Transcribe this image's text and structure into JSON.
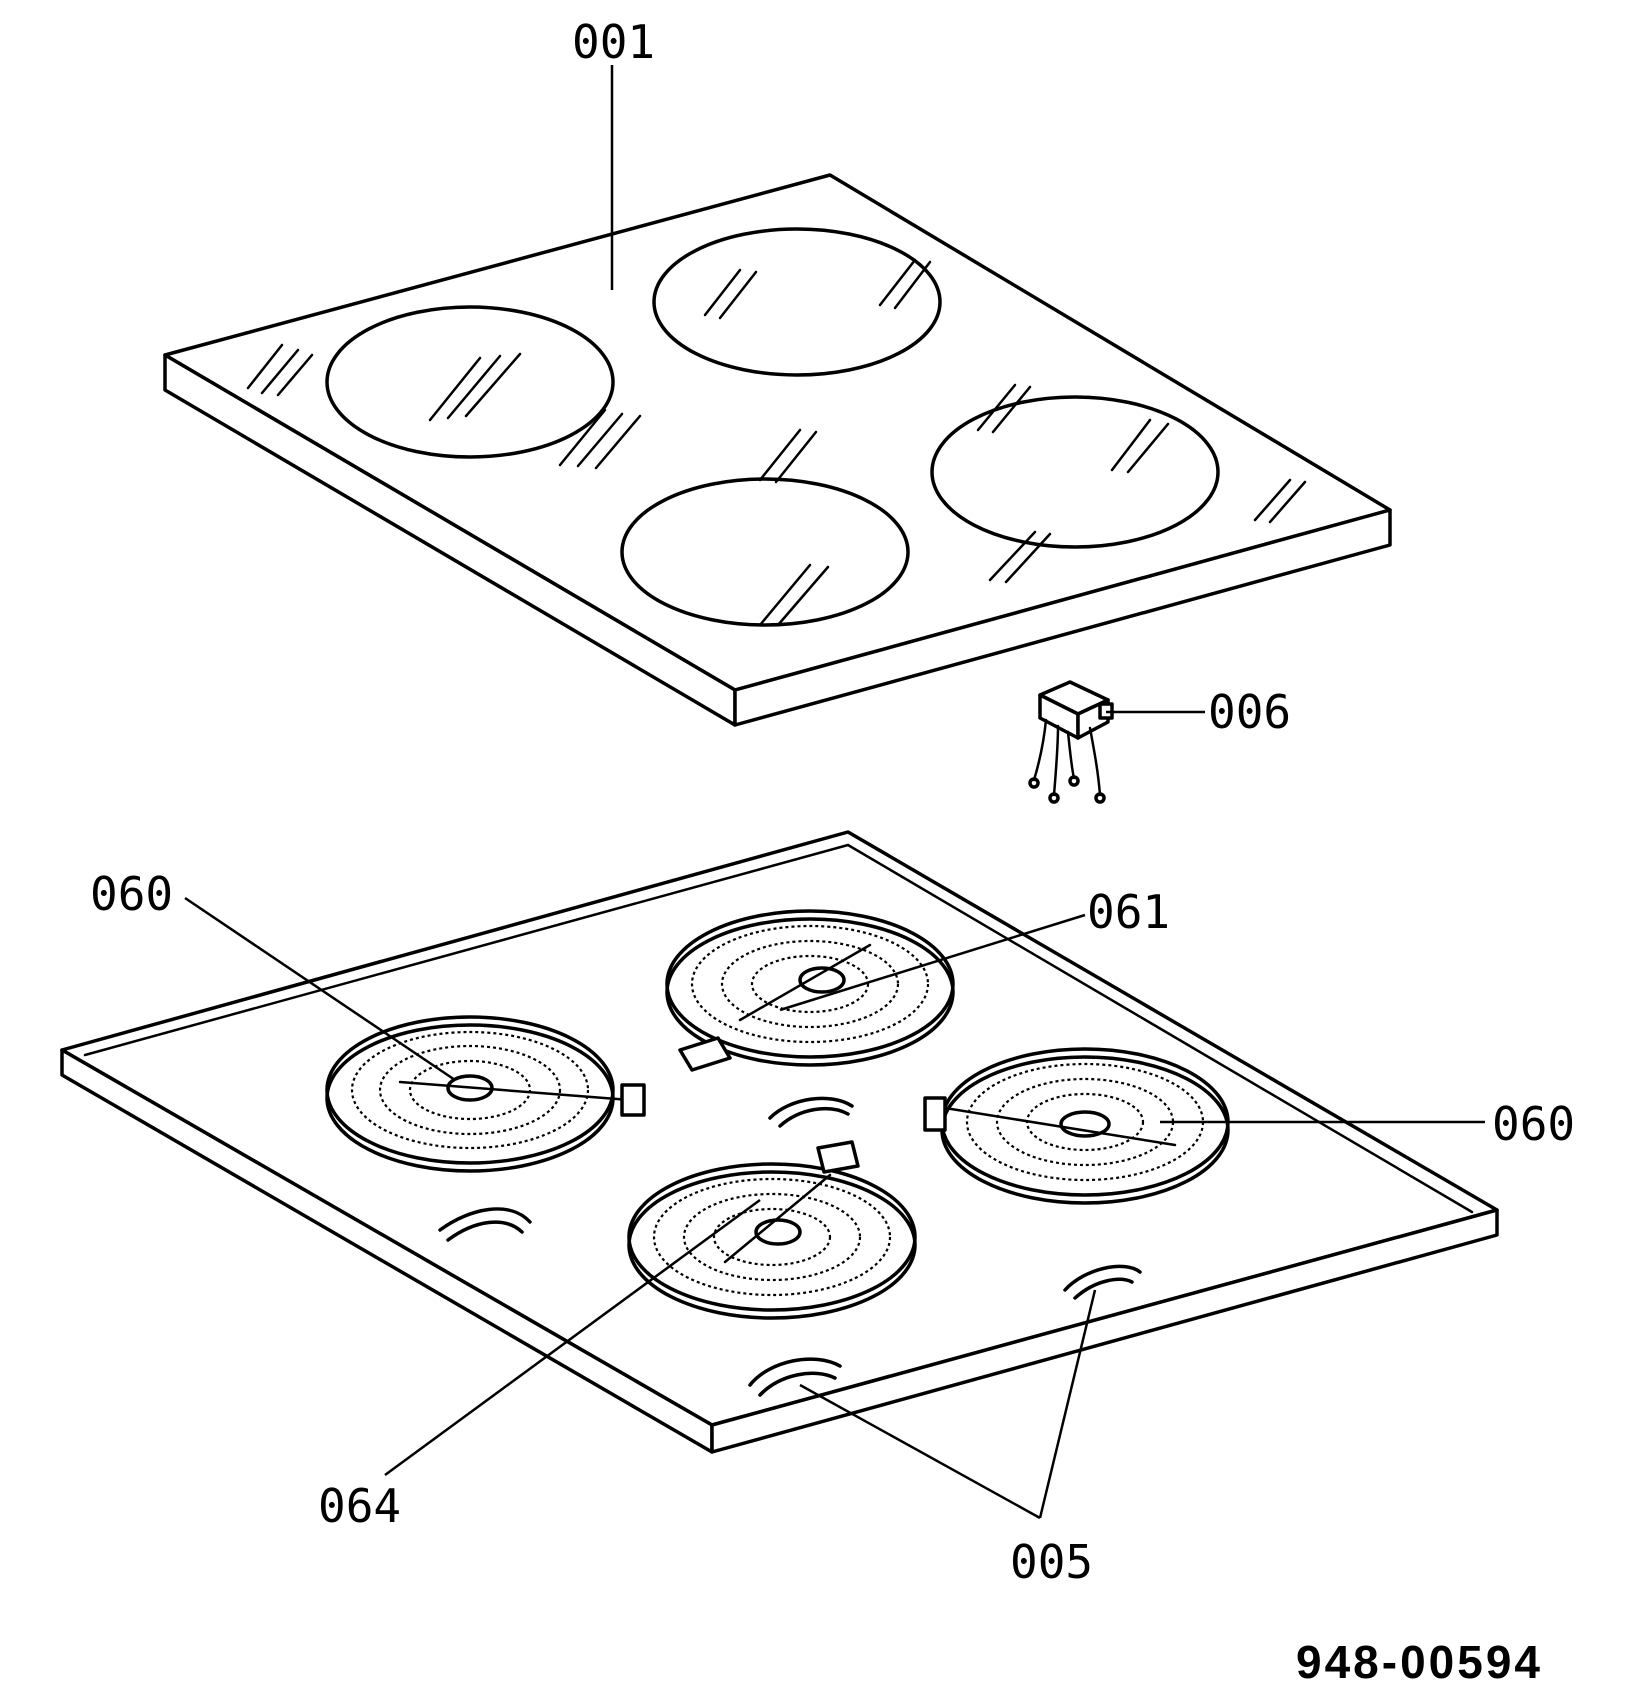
{
  "labels": {
    "glass_top": "001",
    "sensor": "006",
    "heater_left": "060",
    "heater_back": "061",
    "heater_right": "060",
    "heater_front": "064",
    "clips": "005"
  },
  "drawing_number": "948-00594"
}
